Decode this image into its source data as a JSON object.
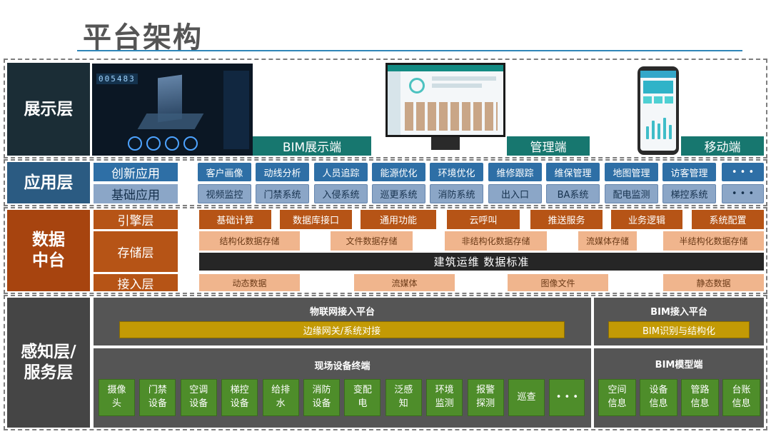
{
  "title": "平台架构",
  "display": {
    "label": "展示层",
    "endpoints": [
      "BIM展示端",
      "管理端",
      "移动端"
    ],
    "bim_counter": "005483"
  },
  "application": {
    "label": "应用层",
    "row_labels": [
      "创新应用",
      "基础应用"
    ],
    "innovative": [
      "客户画像",
      "动线分析",
      "人员追踪",
      "能源优化",
      "环境优化",
      "维修跟踪",
      "维保管理",
      "地图管理",
      "访客管理",
      "• • •"
    ],
    "basic": [
      "视频监控",
      "门禁系统",
      "入侵系统",
      "巡更系统",
      "消防系统",
      "出入口",
      "BA系统",
      "配电监测",
      "梯控系统",
      "• • •"
    ]
  },
  "data_center": {
    "label": "数据\n中台",
    "engine_label": "引擎层",
    "storage_label": "存储层",
    "access_label": "接入层",
    "engine": [
      "基础计算",
      "数据库接口",
      "通用功能",
      "云呼叫",
      "推送服务",
      "业务逻辑",
      "系统配置"
    ],
    "storage": [
      "结构化数据存储",
      "文件数据存储",
      "非结构化数据存储",
      "流媒体存储",
      "半结构化数据存储"
    ],
    "standard": "建筑运维 数据标准",
    "access": [
      "动态数据",
      "流媒体",
      "图像文件",
      "静态数据"
    ]
  },
  "sense": {
    "label": "感知层/\n服务层",
    "iot_title": "物联网接入平台",
    "iot_bar": "边缘网关/系统对接",
    "bim_access_title": "BIM接入平台",
    "bim_access_bar": "BIM识别与结构化",
    "devices_title": "现场设备终端",
    "devices": [
      "摄像\n头",
      "门禁\n设备",
      "空调\n设备",
      "梯控\n设备",
      "给排\n水",
      "消防\n设备",
      "变配\n电",
      "泛感\n知",
      "环境\n监测",
      "报警\n探测",
      "巡查",
      "• • •"
    ],
    "bim_model_title": "BIM模型端",
    "bim_model": [
      "空间\n信息",
      "设备\n信息",
      "管路\n信息",
      "台账\n信息"
    ]
  },
  "colors": {
    "display_label": "#1b2d36",
    "application_label": "#2b5b82",
    "data_label": "#a7440f",
    "sense_label": "#454545",
    "teal": "#17776f",
    "engine": "#b65416",
    "storage": "#f0b58d",
    "green": "#4e8d2a",
    "gold": "#c39a05"
  }
}
